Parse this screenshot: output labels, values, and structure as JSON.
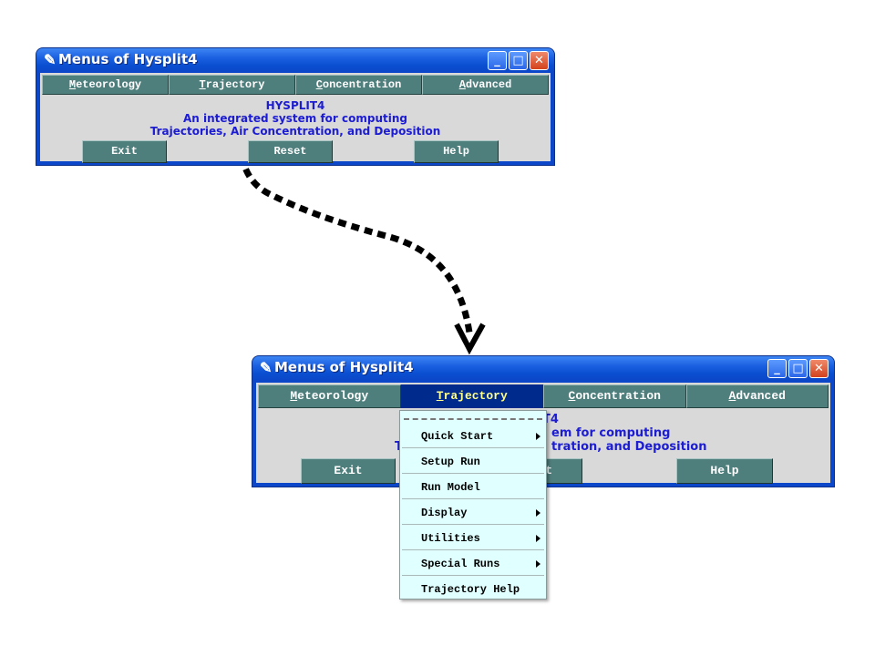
{
  "window_title": "Menus of Hysplit4",
  "title_controls": {
    "minimize": "_",
    "maximize": "□",
    "close": "✕"
  },
  "menu": [
    {
      "accel": "M",
      "rest": "eteorology"
    },
    {
      "accel": "T",
      "rest": "rajectory"
    },
    {
      "accel": "C",
      "rest": "oncentration"
    },
    {
      "accel": "A",
      "rest": "dvanced"
    }
  ],
  "info": {
    "line1": "HYSPLIT4",
    "line2": "An integrated system for computing",
    "line3": "Trajectories, Air Concentration, and Deposition"
  },
  "buttons": {
    "exit": "Exit",
    "reset": "Reset",
    "help": "Help"
  },
  "obscured": {
    "line1": "T4",
    "line2": "em for computing",
    "line3_left": "T",
    "line3_right": "tration, and Deposition",
    "reset_fragment": "t"
  },
  "dropdown": {
    "items": [
      {
        "label": "Quick Start",
        "submenu": true
      },
      {
        "label": "Setup Run",
        "submenu": false
      },
      {
        "label": "Run Model",
        "submenu": false
      },
      {
        "label": "Display",
        "submenu": true
      },
      {
        "label": "Utilities",
        "submenu": true
      },
      {
        "label": "Special Runs",
        "submenu": true
      },
      {
        "label": "Trajectory Help",
        "submenu": false
      }
    ]
  },
  "colors": {
    "menu_button": "#4f7f7d",
    "menu_active": "#002a8c",
    "info_text": "#1c1cd2",
    "annotation": "#e02020",
    "dropdown_bg": "#e0ffff"
  }
}
